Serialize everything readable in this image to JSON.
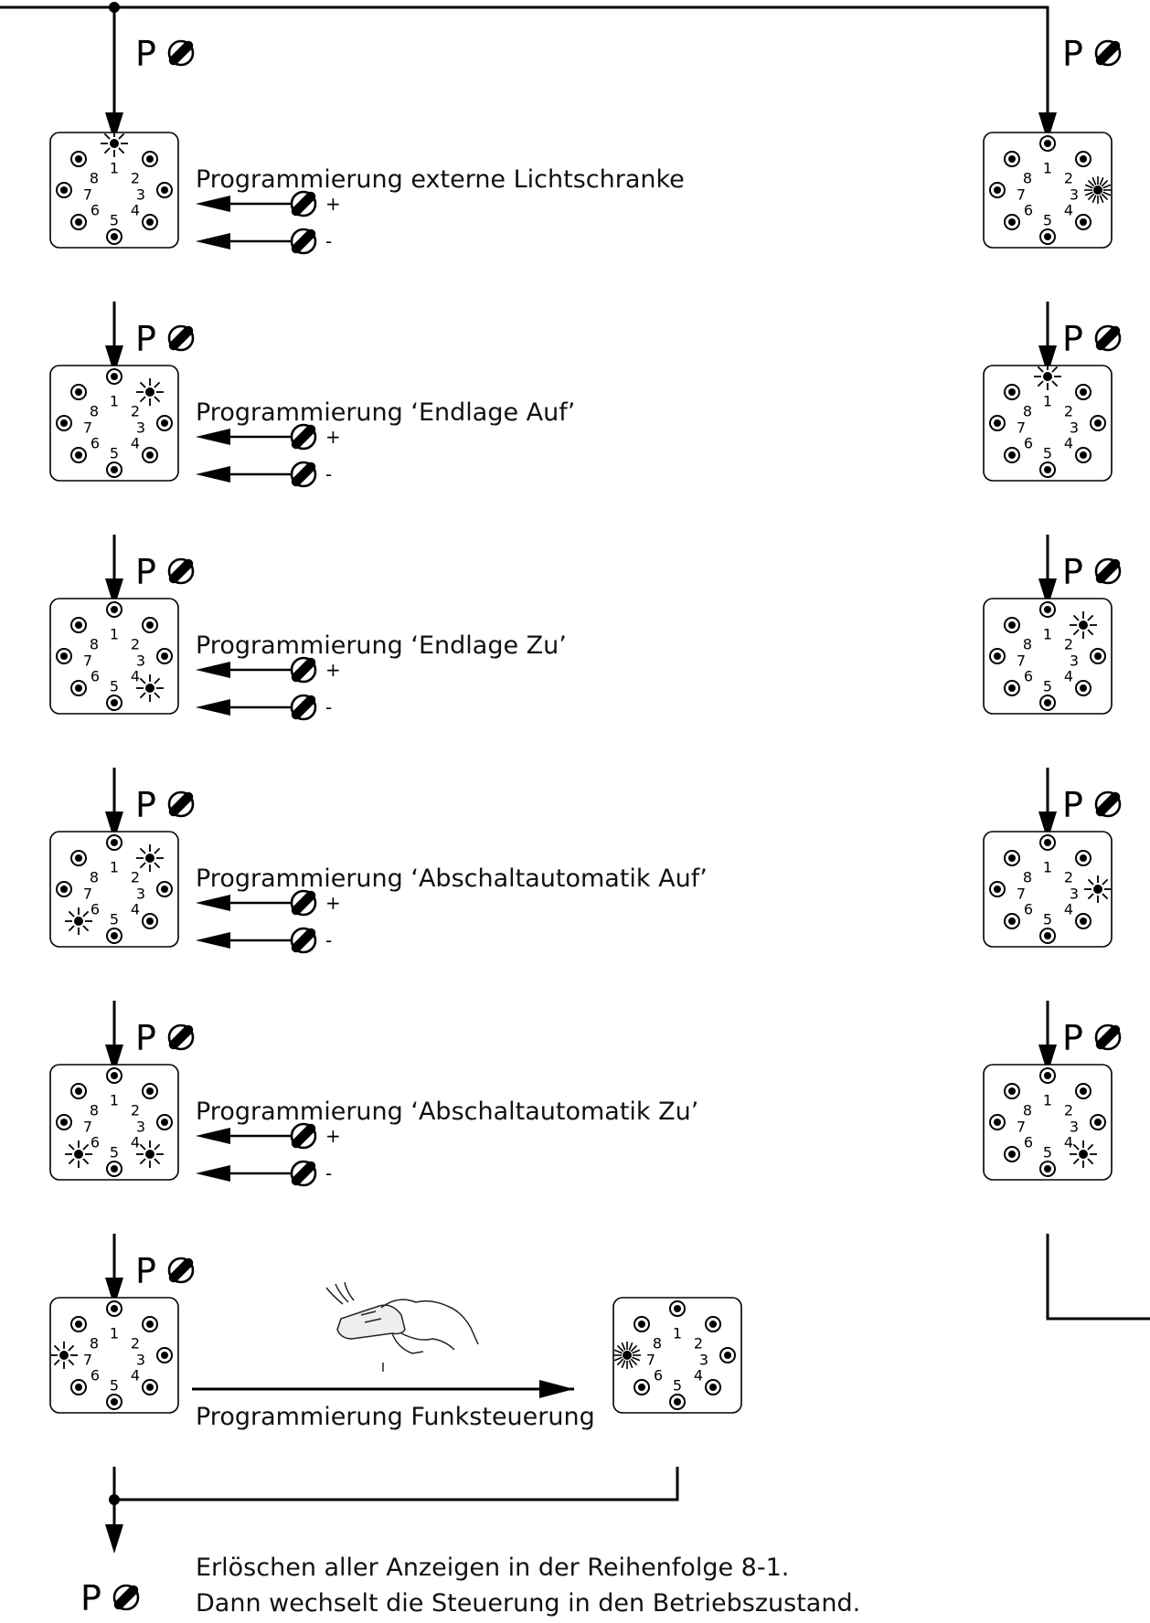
{
  "program_key": "P",
  "plus_sign": "+",
  "minus_sign": "-",
  "dial_numbers": [
    "1",
    "2",
    "3",
    "4",
    "5",
    "6",
    "7",
    "8"
  ],
  "left_steps": [
    {
      "label": "Programmierung externe Lichtschranke",
      "lit_leds": [
        1
      ]
    },
    {
      "label": "Programmierung ‘Endlage Auf’",
      "lit_leds": [
        2
      ]
    },
    {
      "label": "Programmierung ‘Endlage Zu’",
      "lit_leds": [
        4
      ]
    },
    {
      "label": "Programmierung ‘Abschaltautomatik Auf’",
      "lit_leds": [
        2,
        6
      ]
    },
    {
      "label": "Programmierung ‘Abschaltautomatik Zu’",
      "lit_leds": [
        4,
        6
      ]
    }
  ],
  "remote_step": {
    "label": "Programmierung Funksteuerung",
    "lit_leds_before": [
      7
    ],
    "lit_leds_after": [
      7
    ],
    "remote_icon": "hand-remote-icon"
  },
  "right_steps": [
    {
      "lit_leds": [
        3
      ],
      "led_style": "strong"
    },
    {
      "lit_leds": [
        1
      ],
      "led_style": "normal"
    },
    {
      "lit_leds": [
        2
      ],
      "led_style": "normal"
    },
    {
      "lit_leds": [
        3
      ],
      "led_style": "normal"
    },
    {
      "lit_leds": [
        4
      ],
      "led_style": "normal"
    }
  ],
  "final_note": {
    "line1": "Erlöschen aller Anzeigen in der Reihenfolge 8-1.",
    "line2": "Dann wechselt die Steuerung in den Betriebszustand."
  },
  "icons": {
    "dial": "adjust-knob-icon",
    "led": "led-indicator-icon",
    "lit_led": "blinking-led-icon"
  }
}
